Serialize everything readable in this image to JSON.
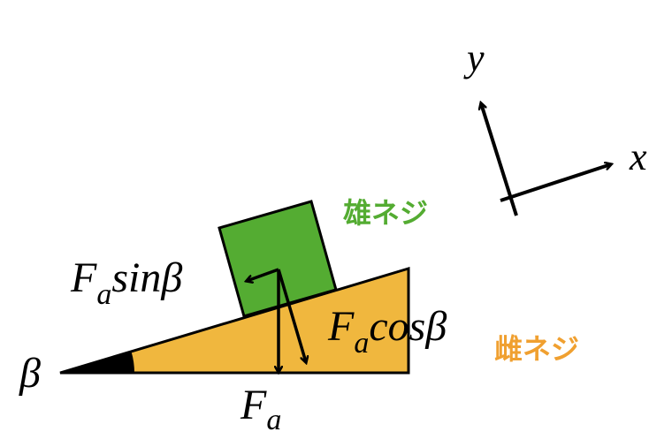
{
  "axes": {
    "x_label": "x",
    "y_label": "y"
  },
  "angle": {
    "symbol": "β"
  },
  "labels": {
    "male_screw": "雄ネジ",
    "female_screw": "雌ネジ"
  },
  "forces": {
    "fa": {
      "base": "F",
      "sub": "a"
    },
    "fa_sin": {
      "base": "F",
      "sub": "a",
      "tail": "sinβ"
    },
    "fa_cos": {
      "base": "F",
      "sub": "a",
      "tail": "cosβ"
    }
  },
  "colors": {
    "incline_fill": "#F0B73E",
    "block_fill": "#54AC32",
    "male_text": "#54AC32",
    "female_text": "#F0A030",
    "ink": "#000000"
  }
}
